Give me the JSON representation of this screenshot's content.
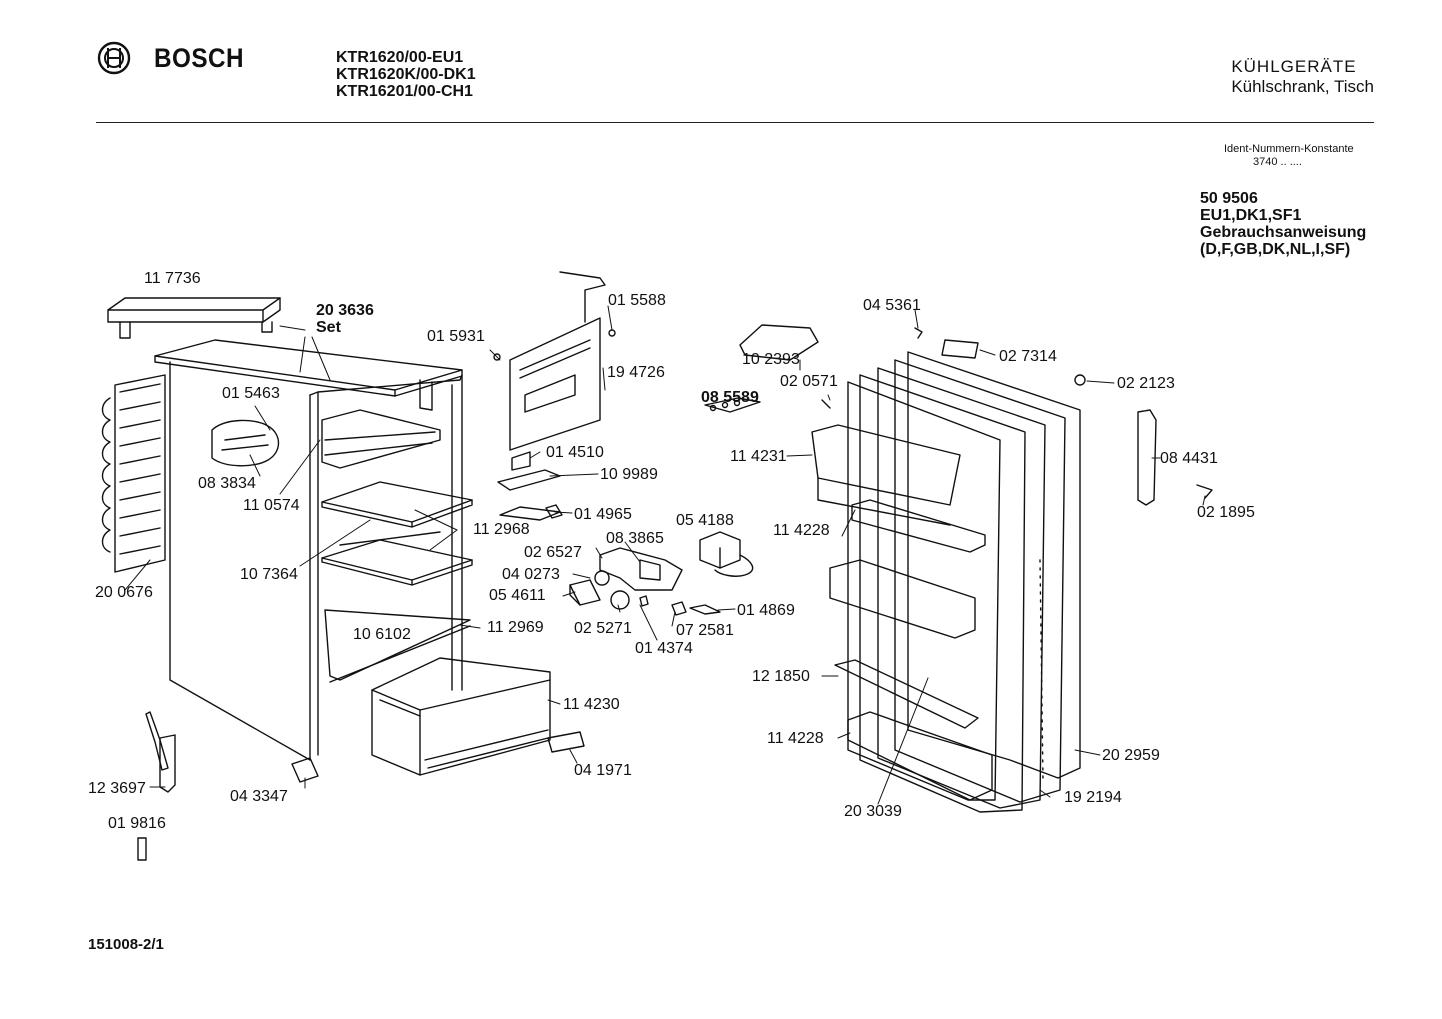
{
  "header": {
    "brand": "BOSCH",
    "logo_icon": "bosch-armature-logo-icon",
    "models": [
      "KTR1620/00-EU1",
      "KTR1620K/00-DK1",
      "KTR16201/00-CH1"
    ],
    "category": "KÜHLGERÄTE",
    "subcategory": "Kühlschrank, Tisch"
  },
  "ident": {
    "label": "Ident-Nummern-Konstante",
    "value": "3740 .. ...."
  },
  "manual": {
    "number": "50 9506",
    "variants": "EU1,DK1,SF1",
    "title": "Gebrauchsanweisung",
    "languages": "(D,F,GB,DK,NL,I,SF)"
  },
  "parts": [
    {
      "id": "p117736",
      "label": "11 7736"
    },
    {
      "id": "p203636",
      "label": "20 3636"
    },
    {
      "id": "pset",
      "label": "Set"
    },
    {
      "id": "p015463",
      "label": "01 5463"
    },
    {
      "id": "p083834",
      "label": "08 3834"
    },
    {
      "id": "p110574",
      "label": "11 0574"
    },
    {
      "id": "p107364",
      "label": "10 7364"
    },
    {
      "id": "p200676",
      "label": "20 0676"
    },
    {
      "id": "p015931",
      "label": "01 5931"
    },
    {
      "id": "p015588",
      "label": "01 5588"
    },
    {
      "id": "p194726",
      "label": "19 4726"
    },
    {
      "id": "p014510",
      "label": "01 4510"
    },
    {
      "id": "p109989",
      "label": "10 9989"
    },
    {
      "id": "p014965",
      "label": "01 4965"
    },
    {
      "id": "p112968",
      "label": "11 2968"
    },
    {
      "id": "p054188",
      "label": "05 4188"
    },
    {
      "id": "p083865",
      "label": "08 3865"
    },
    {
      "id": "p026527",
      "label": "02 6527"
    },
    {
      "id": "p040273",
      "label": "04 0273"
    },
    {
      "id": "p054611",
      "label": "05 4611"
    },
    {
      "id": "p025271",
      "label": "02 5271"
    },
    {
      "id": "p072581",
      "label": "07 2581"
    },
    {
      "id": "p014869",
      "label": "01 4869"
    },
    {
      "id": "p014374",
      "label": "01 4374"
    },
    {
      "id": "p106102",
      "label": "10 6102"
    },
    {
      "id": "p112969",
      "label": "11 2969"
    },
    {
      "id": "p114230",
      "label": "11 4230"
    },
    {
      "id": "p041971",
      "label": "04 1971"
    },
    {
      "id": "p043347",
      "label": "04 3347"
    },
    {
      "id": "p123697",
      "label": "12 3697"
    },
    {
      "id": "p019816",
      "label": "01 9816"
    },
    {
      "id": "p102393",
      "label": "10 2393"
    },
    {
      "id": "p020571",
      "label": "02 0571"
    },
    {
      "id": "p085589",
      "label": "08 5589"
    },
    {
      "id": "p045361",
      "label": "04 5361"
    },
    {
      "id": "p027314",
      "label": "02 7314"
    },
    {
      "id": "p022123",
      "label": "02 2123"
    },
    {
      "id": "p114231",
      "label": "11 4231"
    },
    {
      "id": "p084431",
      "label": "08 4431"
    },
    {
      "id": "p021895",
      "label": "02 1895"
    },
    {
      "id": "p114228a",
      "label": "11 4228"
    },
    {
      "id": "p121850",
      "label": "12 1850"
    },
    {
      "id": "p114228b",
      "label": "11 4228"
    },
    {
      "id": "p203039",
      "label": "20 3039"
    },
    {
      "id": "p192194",
      "label": "19 2194"
    },
    {
      "id": "p202959",
      "label": "20 2959"
    }
  ],
  "footer": {
    "drawing_code": "151008-2/1"
  }
}
